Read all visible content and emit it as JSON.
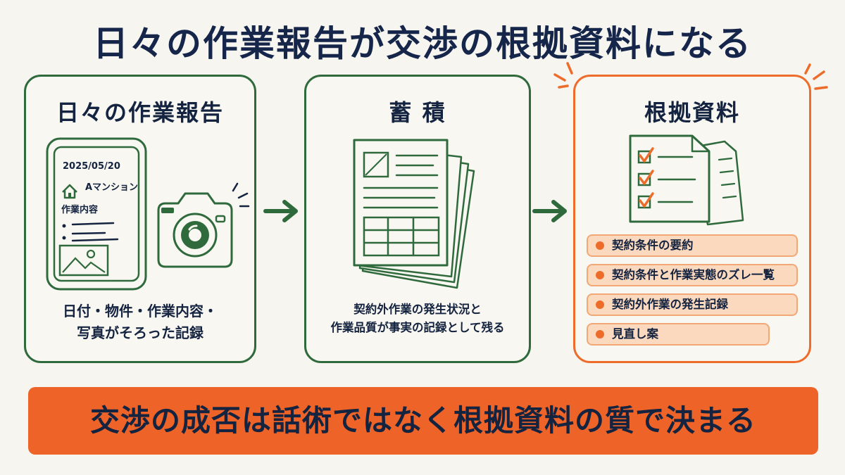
{
  "title": "日々の作業報告が交渉の根拠資料になる",
  "steps": [
    {
      "title": "日々の作業報告",
      "caption_lines": [
        "日付・物件・作業内容・",
        "写真がそろった記録"
      ],
      "phone": {
        "date": "2025/05/20",
        "property": "Aマンション",
        "section": "作業内容"
      }
    },
    {
      "title": "蓄 積",
      "caption_lines": [
        "契約外作業の発生状況と",
        "作業品質が事実の記録として残る"
      ]
    },
    {
      "title": "根拠資料",
      "items": [
        "契約条件の要約",
        "契約条件と作業実態のズレ一覧",
        "契約外作業の発生記録",
        "見直し案"
      ]
    }
  ],
  "conclusion": "交渉の成否は話術ではなく根拠資料の質で決まる",
  "colors": {
    "navy": "#14233f",
    "green": "#2f6a3c",
    "orange": "#ee6c2a",
    "item_fill": "#fbd9bf",
    "banner": "#ee6428"
  },
  "icons": [
    "smartphone-icon",
    "house-icon",
    "image-icon",
    "camera-icon",
    "arrow-right-icon",
    "document-stack-icon",
    "checklist-document-icon"
  ]
}
